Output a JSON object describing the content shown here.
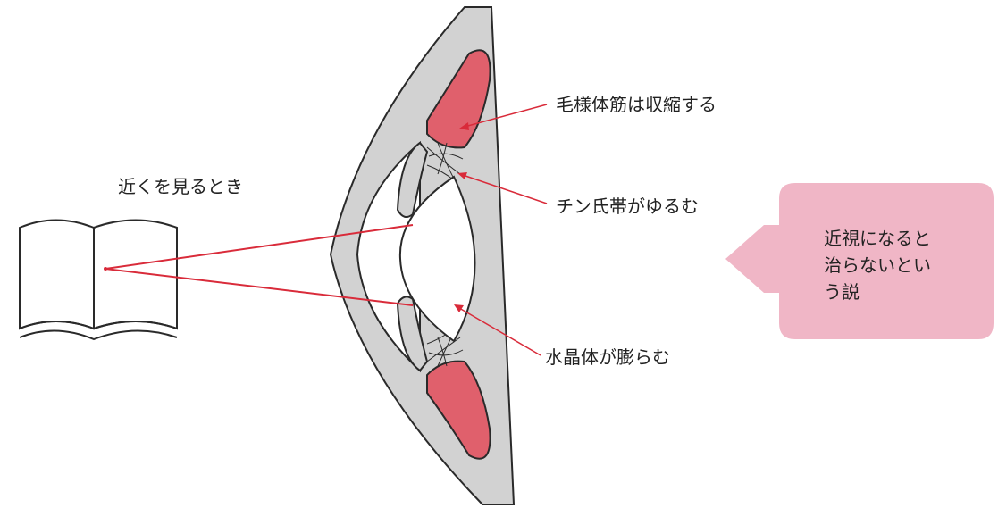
{
  "colors": {
    "red": "#e0606c",
    "line_red": "#d92b3a",
    "gray": "#d2d2d2",
    "pink_bubble": "#f0b6c6",
    "outline": "#2a2a2a"
  },
  "labels": {
    "near_view": "近くを見るとき",
    "ciliary_muscle": "毛様体筋は収縮する",
    "zonule": "チン氏帯がゆるむ",
    "lens": "水晶体が膨らむ"
  },
  "bubble": {
    "lines": [
      "近視になると",
      "治らないとい",
      "う説"
    ]
  },
  "icons": {
    "book": "open-book-icon",
    "arrow": "left-arrow-bubble"
  }
}
